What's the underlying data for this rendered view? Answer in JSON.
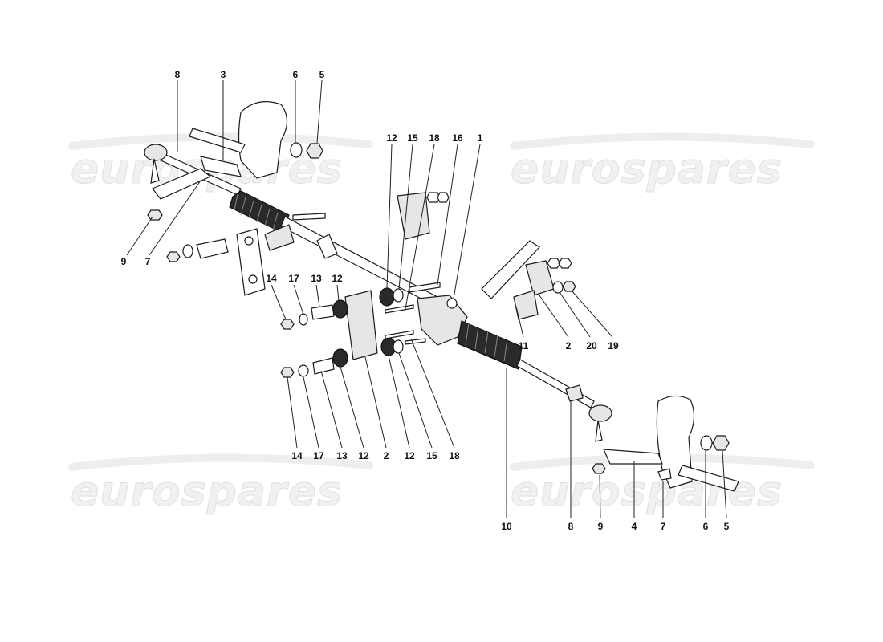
{
  "watermark": {
    "text": "eurospares",
    "color": "#e6e6e6"
  },
  "callouts": [
    {
      "id": "8",
      "label": "8"
    },
    {
      "id": "3",
      "label": "3"
    },
    {
      "id": "6",
      "label": "6"
    },
    {
      "id": "5",
      "label": "5"
    },
    {
      "id": "9",
      "label": "9"
    },
    {
      "id": "7",
      "label": "7"
    },
    {
      "id": "12",
      "label": "12"
    },
    {
      "id": "15",
      "label": "15"
    },
    {
      "id": "18",
      "label": "18"
    },
    {
      "id": "16",
      "label": "16"
    },
    {
      "id": "1",
      "label": "1"
    },
    {
      "id": "14",
      "label": "14"
    },
    {
      "id": "17",
      "label": "17"
    },
    {
      "id": "13",
      "label": "13"
    },
    {
      "id": "12",
      "label": "12"
    },
    {
      "id": "11",
      "label": "11"
    },
    {
      "id": "2",
      "label": "2"
    },
    {
      "id": "20",
      "label": "20"
    },
    {
      "id": "19",
      "label": "19"
    },
    {
      "id": "14",
      "label": "14"
    },
    {
      "id": "17",
      "label": "17"
    },
    {
      "id": "13",
      "label": "13"
    },
    {
      "id": "12",
      "label": "12"
    },
    {
      "id": "2",
      "label": "2"
    },
    {
      "id": "12",
      "label": "12"
    },
    {
      "id": "15",
      "label": "15"
    },
    {
      "id": "18",
      "label": "18"
    },
    {
      "id": "10",
      "label": "10"
    },
    {
      "id": "8",
      "label": "8"
    },
    {
      "id": "9",
      "label": "9"
    },
    {
      "id": "4",
      "label": "4"
    },
    {
      "id": "7",
      "label": "7"
    },
    {
      "id": "6",
      "label": "6"
    },
    {
      "id": "5",
      "label": "5"
    }
  ]
}
